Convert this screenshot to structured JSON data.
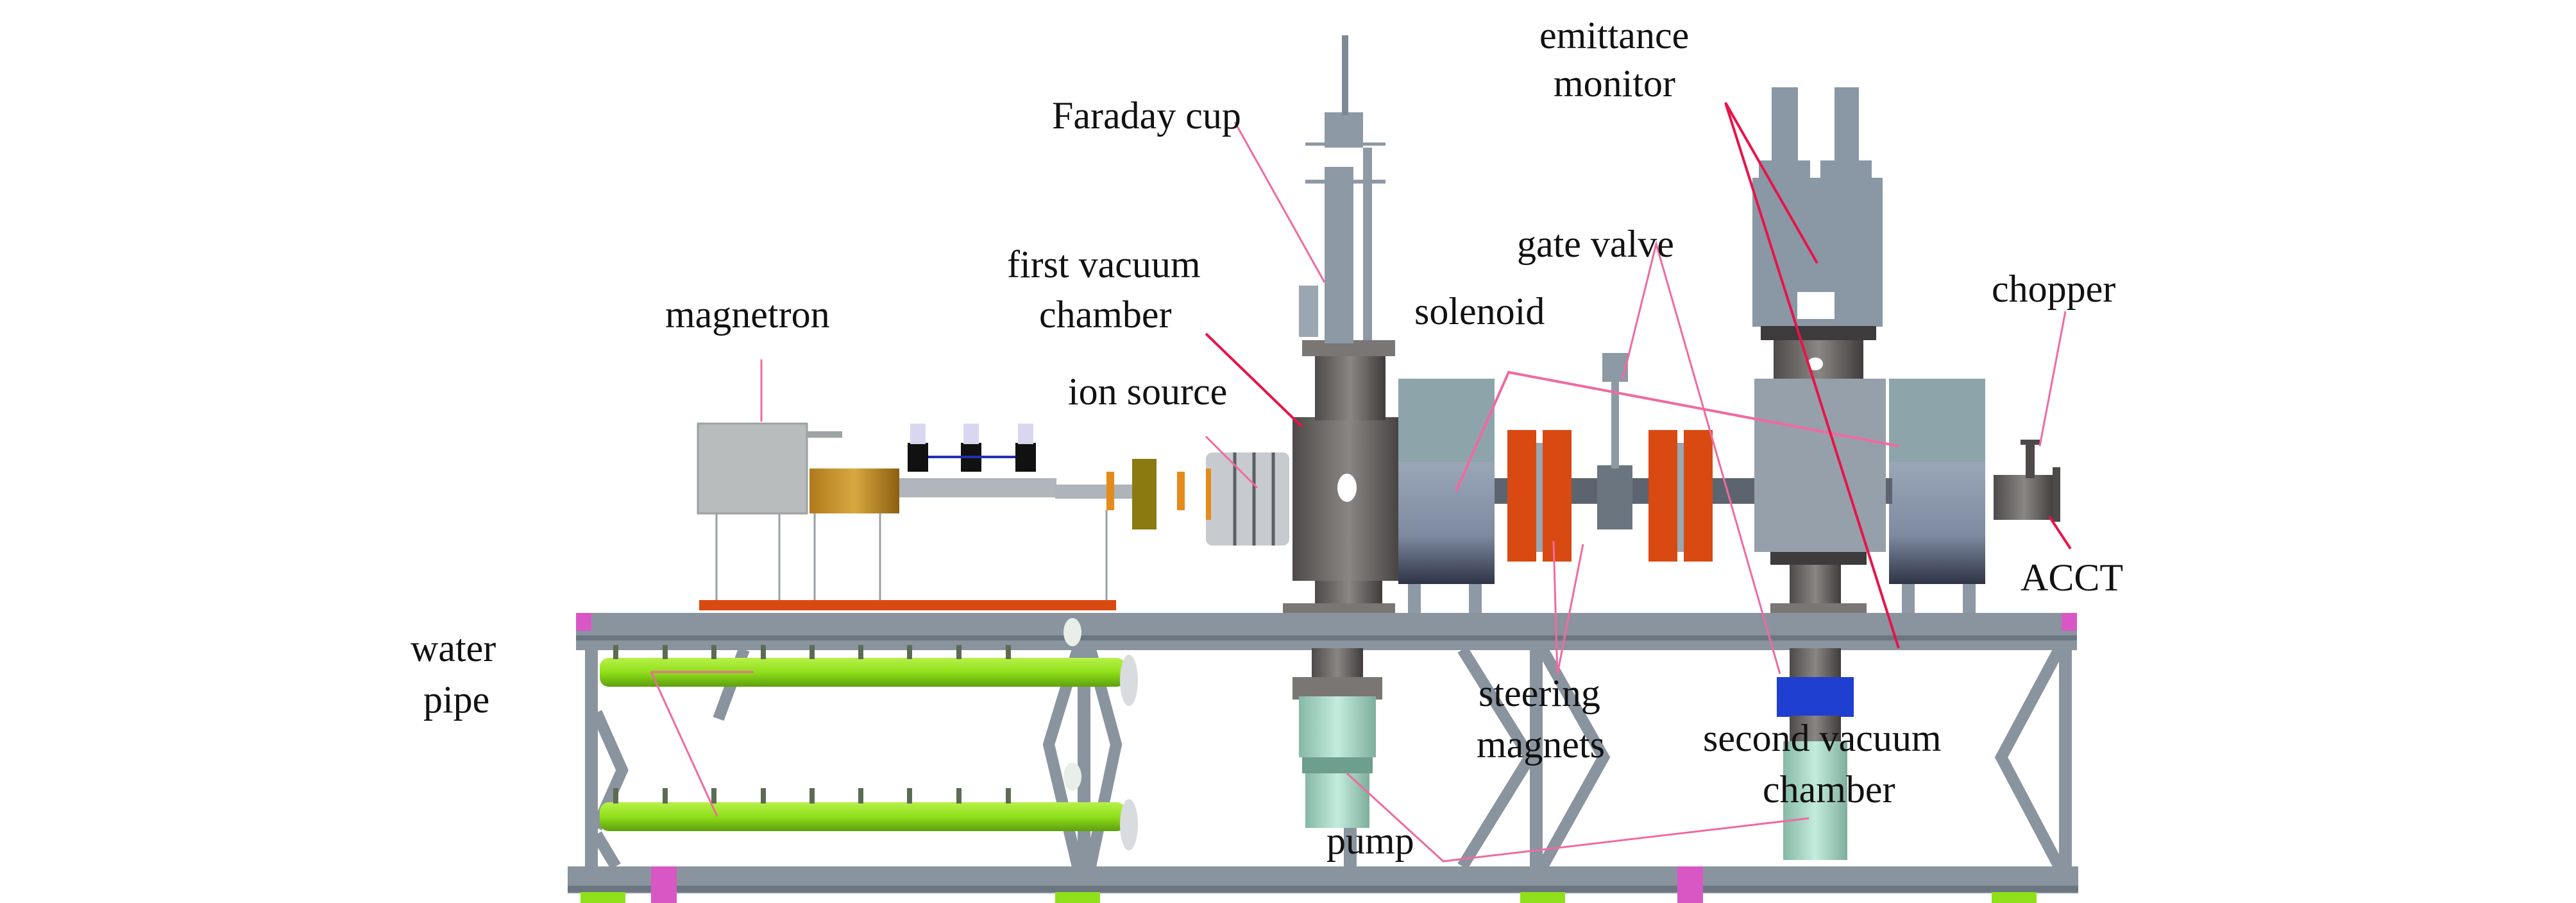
{
  "figure": {
    "title": "Ion source test stand / LEBT beamline layout",
    "labels": {
      "magnetron": "magnetron",
      "faraday_cup": "Faraday cup",
      "first_vacuum_chamber_line1": "first vacuum",
      "first_vacuum_chamber_line2": "chamber",
      "ion_source": "ion source",
      "solenoid": "solenoid",
      "gate_valve": "gate valve",
      "emittance_monitor_line1": "emittance",
      "emittance_monitor_line2": "monitor",
      "chopper": "chopper",
      "acct": "ACCT",
      "water_pipe_line1": "water",
      "water_pipe_line2": "pipe",
      "steering_magnets_line1": "steering",
      "steering_magnets_line2": "magnets",
      "pump": "pump",
      "second_vacuum_chamber_line1": "second vacuum",
      "second_vacuum_chamber_line2": "chamber"
    },
    "colors": {
      "leader_line": "#f06aa0",
      "leader_line_strong": "#e8134a",
      "frame_steel": "#8a949e",
      "water_pipe": "#8fe01a",
      "steering_magnet": "#d94a12",
      "pump_body": "#a9d8c4",
      "bellows_blue": "#1f3fd0",
      "frame_marker": "#d957c4"
    }
  }
}
